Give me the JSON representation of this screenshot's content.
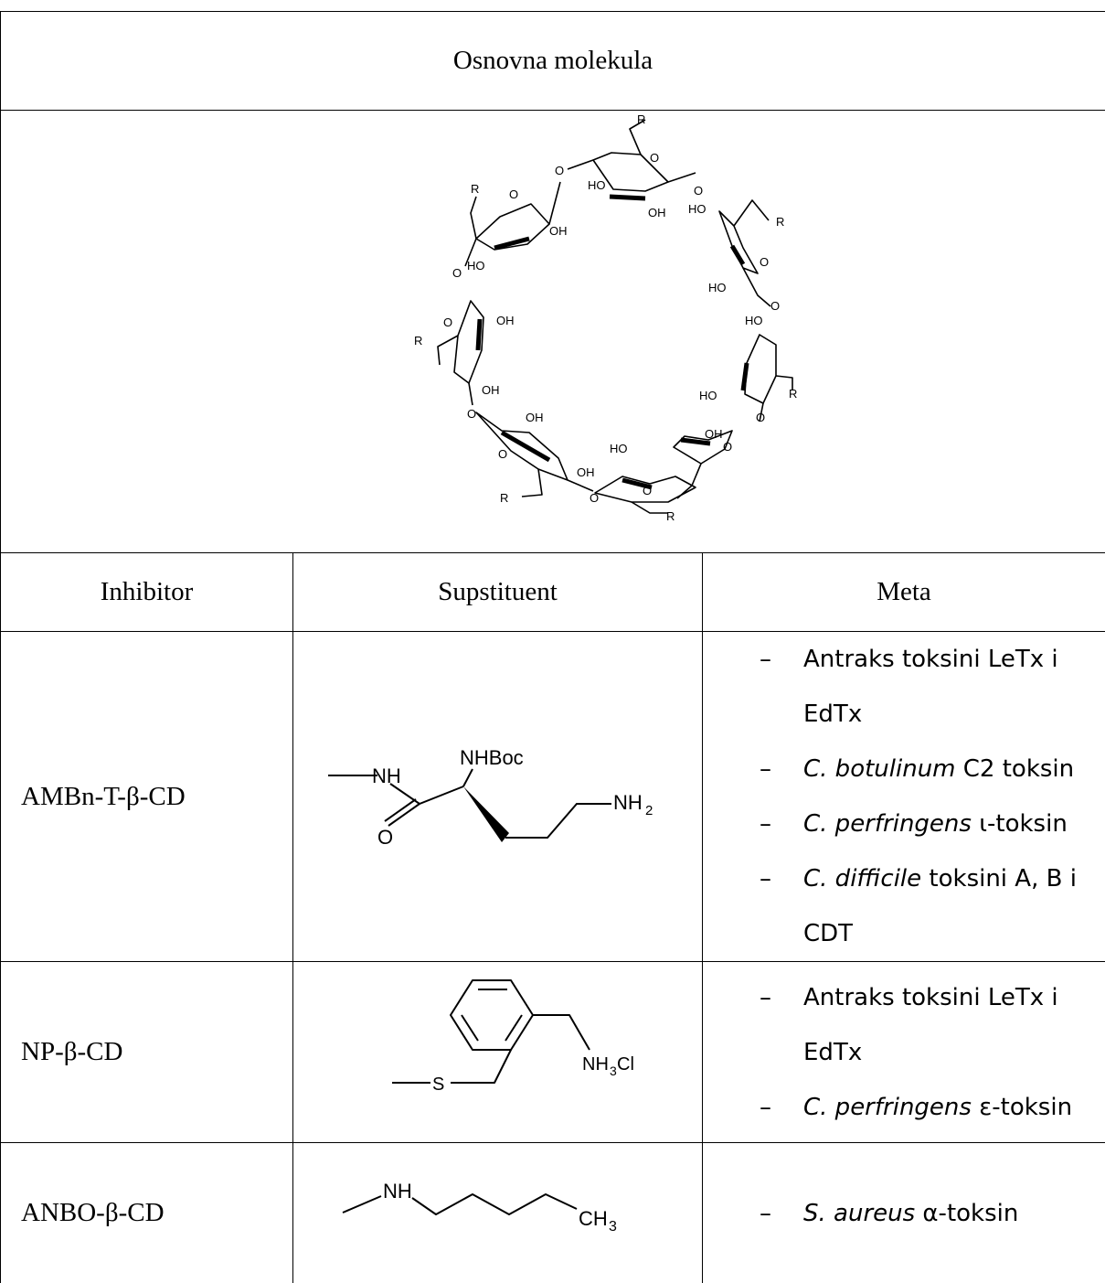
{
  "header": {
    "title": "Osnovna molekula"
  },
  "core": {
    "labels": {
      "r": "R",
      "o": "O",
      "oh": "OH",
      "ho": "HO"
    }
  },
  "columns": {
    "inhibitor": "Inhibitor",
    "substituent": "Supstituent",
    "target": "Meta"
  },
  "rows": [
    {
      "inhibitor": "AMBn-T-β-CD",
      "substituent_labels": {
        "nh": "NH",
        "nhboc": "NHBoc",
        "nh2_main": "NH",
        "nh2_sub": "2",
        "o": "O"
      },
      "targets": [
        {
          "dash": "–",
          "org": "",
          "text": "Antraks toksini LeTx i EdTx"
        },
        {
          "dash": "–",
          "org": "C. botulinum",
          "text": " C2 toksin"
        },
        {
          "dash": "–",
          "org": "C. perfringens",
          "text": " ι-toksin"
        },
        {
          "dash": "–",
          "org": "C. difficile",
          "text": " toksini A, B i CDT"
        }
      ]
    },
    {
      "inhibitor": "NP-β-CD",
      "substituent_labels": {
        "s": "S",
        "nh3cl_a": "NH",
        "nh3cl_sub": "3",
        "nh3cl_b": "Cl"
      },
      "targets": [
        {
          "dash": "–",
          "org": "",
          "text": "Antraks toksini LeTx i EdTx"
        },
        {
          "dash": "–",
          "org": "C. perfringens",
          "text": " ε-toksin"
        }
      ]
    },
    {
      "inhibitor": "ANBO-β-CD",
      "substituent_labels": {
        "nh": "NH",
        "ch3_main": "CH",
        "ch3_sub": "3"
      },
      "targets": [
        {
          "dash": "–",
          "org": "S. aureus",
          "text": " α-toksin"
        }
      ]
    }
  ]
}
